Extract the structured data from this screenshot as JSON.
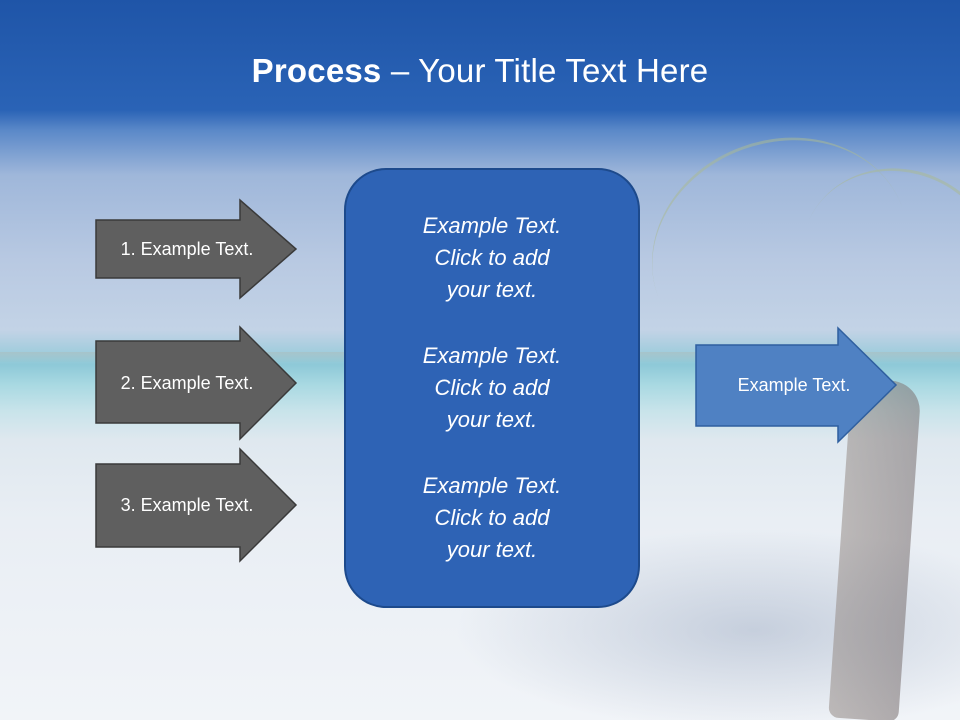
{
  "title": {
    "bold": "Process",
    "rest": " – Your Title Text Here"
  },
  "left_arrows": [
    {
      "label": "1. Example Text."
    },
    {
      "label": "2. Example Text."
    },
    {
      "label": "3. Example Text."
    }
  ],
  "center_box": {
    "items": [
      {
        "line1": "Example Text.",
        "line2": "Click  to add",
        "line3": "your text."
      },
      {
        "line1": "Example Text.",
        "line2": "Click  to add",
        "line3": "your text."
      },
      {
        "line1": "Example Text.",
        "line2": "Click  to add",
        "line3": "your text."
      }
    ]
  },
  "right_arrow": {
    "label": "Example Text."
  },
  "colors": {
    "title_band": "#2a63b6",
    "dark_arrow": "#5f5f5f",
    "center_box": "#2e63b5",
    "right_arrow": "#4f81c3"
  },
  "background": {
    "scene": "tropical-beach-palm-tree"
  }
}
